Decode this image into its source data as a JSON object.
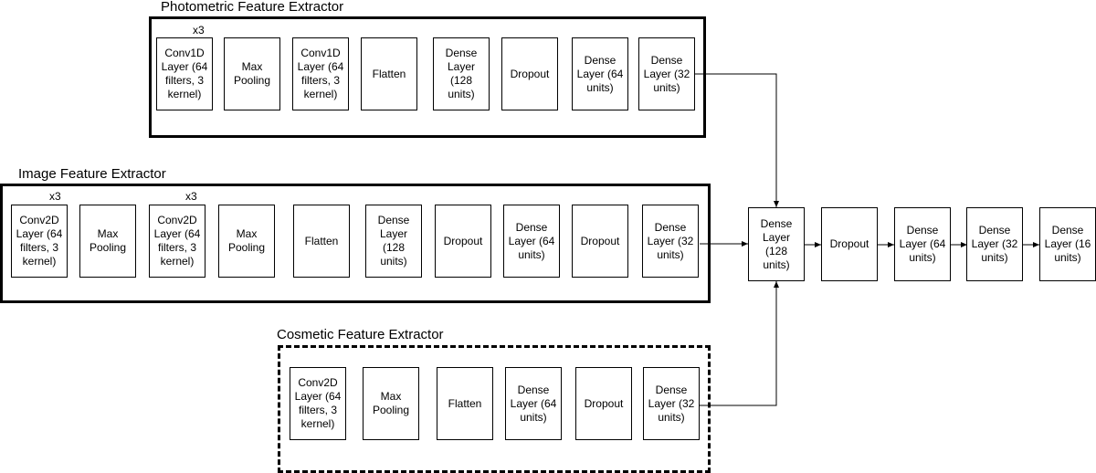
{
  "photometric": {
    "title": "Photometric Feature Extractor",
    "repeat": "x3",
    "nodes": [
      "Conv1D Layer (64 filters, 3 kernel)",
      "Max Pooling",
      "Conv1D Layer (64 filters, 3 kernel)",
      "Flatten",
      "Dense Layer (128 units)",
      "Dropout",
      "Dense Layer (64 units)",
      "Dense Layer (32 units)"
    ]
  },
  "image": {
    "title": "Image Feature Extractor",
    "repeat_1": "x3",
    "repeat_2": "x3",
    "nodes": [
      "Conv2D Layer (64 filters, 3 kernel)",
      "Max Pooling",
      "Conv2D Layer (64 filters, 3 kernel)",
      "Max Pooling",
      "Flatten",
      "Dense Layer (128 units)",
      "Dropout",
      "Dense Layer (64 units)",
      "Dropout",
      "Dense Layer (32 units)"
    ]
  },
  "cosmetic": {
    "title": "Cosmetic Feature Extractor",
    "nodes": [
      "Conv2D Layer (64 filters, 3 kernel)",
      "Max Pooling",
      "Flatten",
      "Dense Layer (64 units)",
      "Dropout",
      "Dense Layer (32 units)"
    ]
  },
  "head": {
    "nodes": [
      "Dense Layer (128 units)",
      "Dropout",
      "Dense Layer (64 units)",
      "Dense Layer (32 units)",
      "Dense Layer (16 units)"
    ]
  }
}
